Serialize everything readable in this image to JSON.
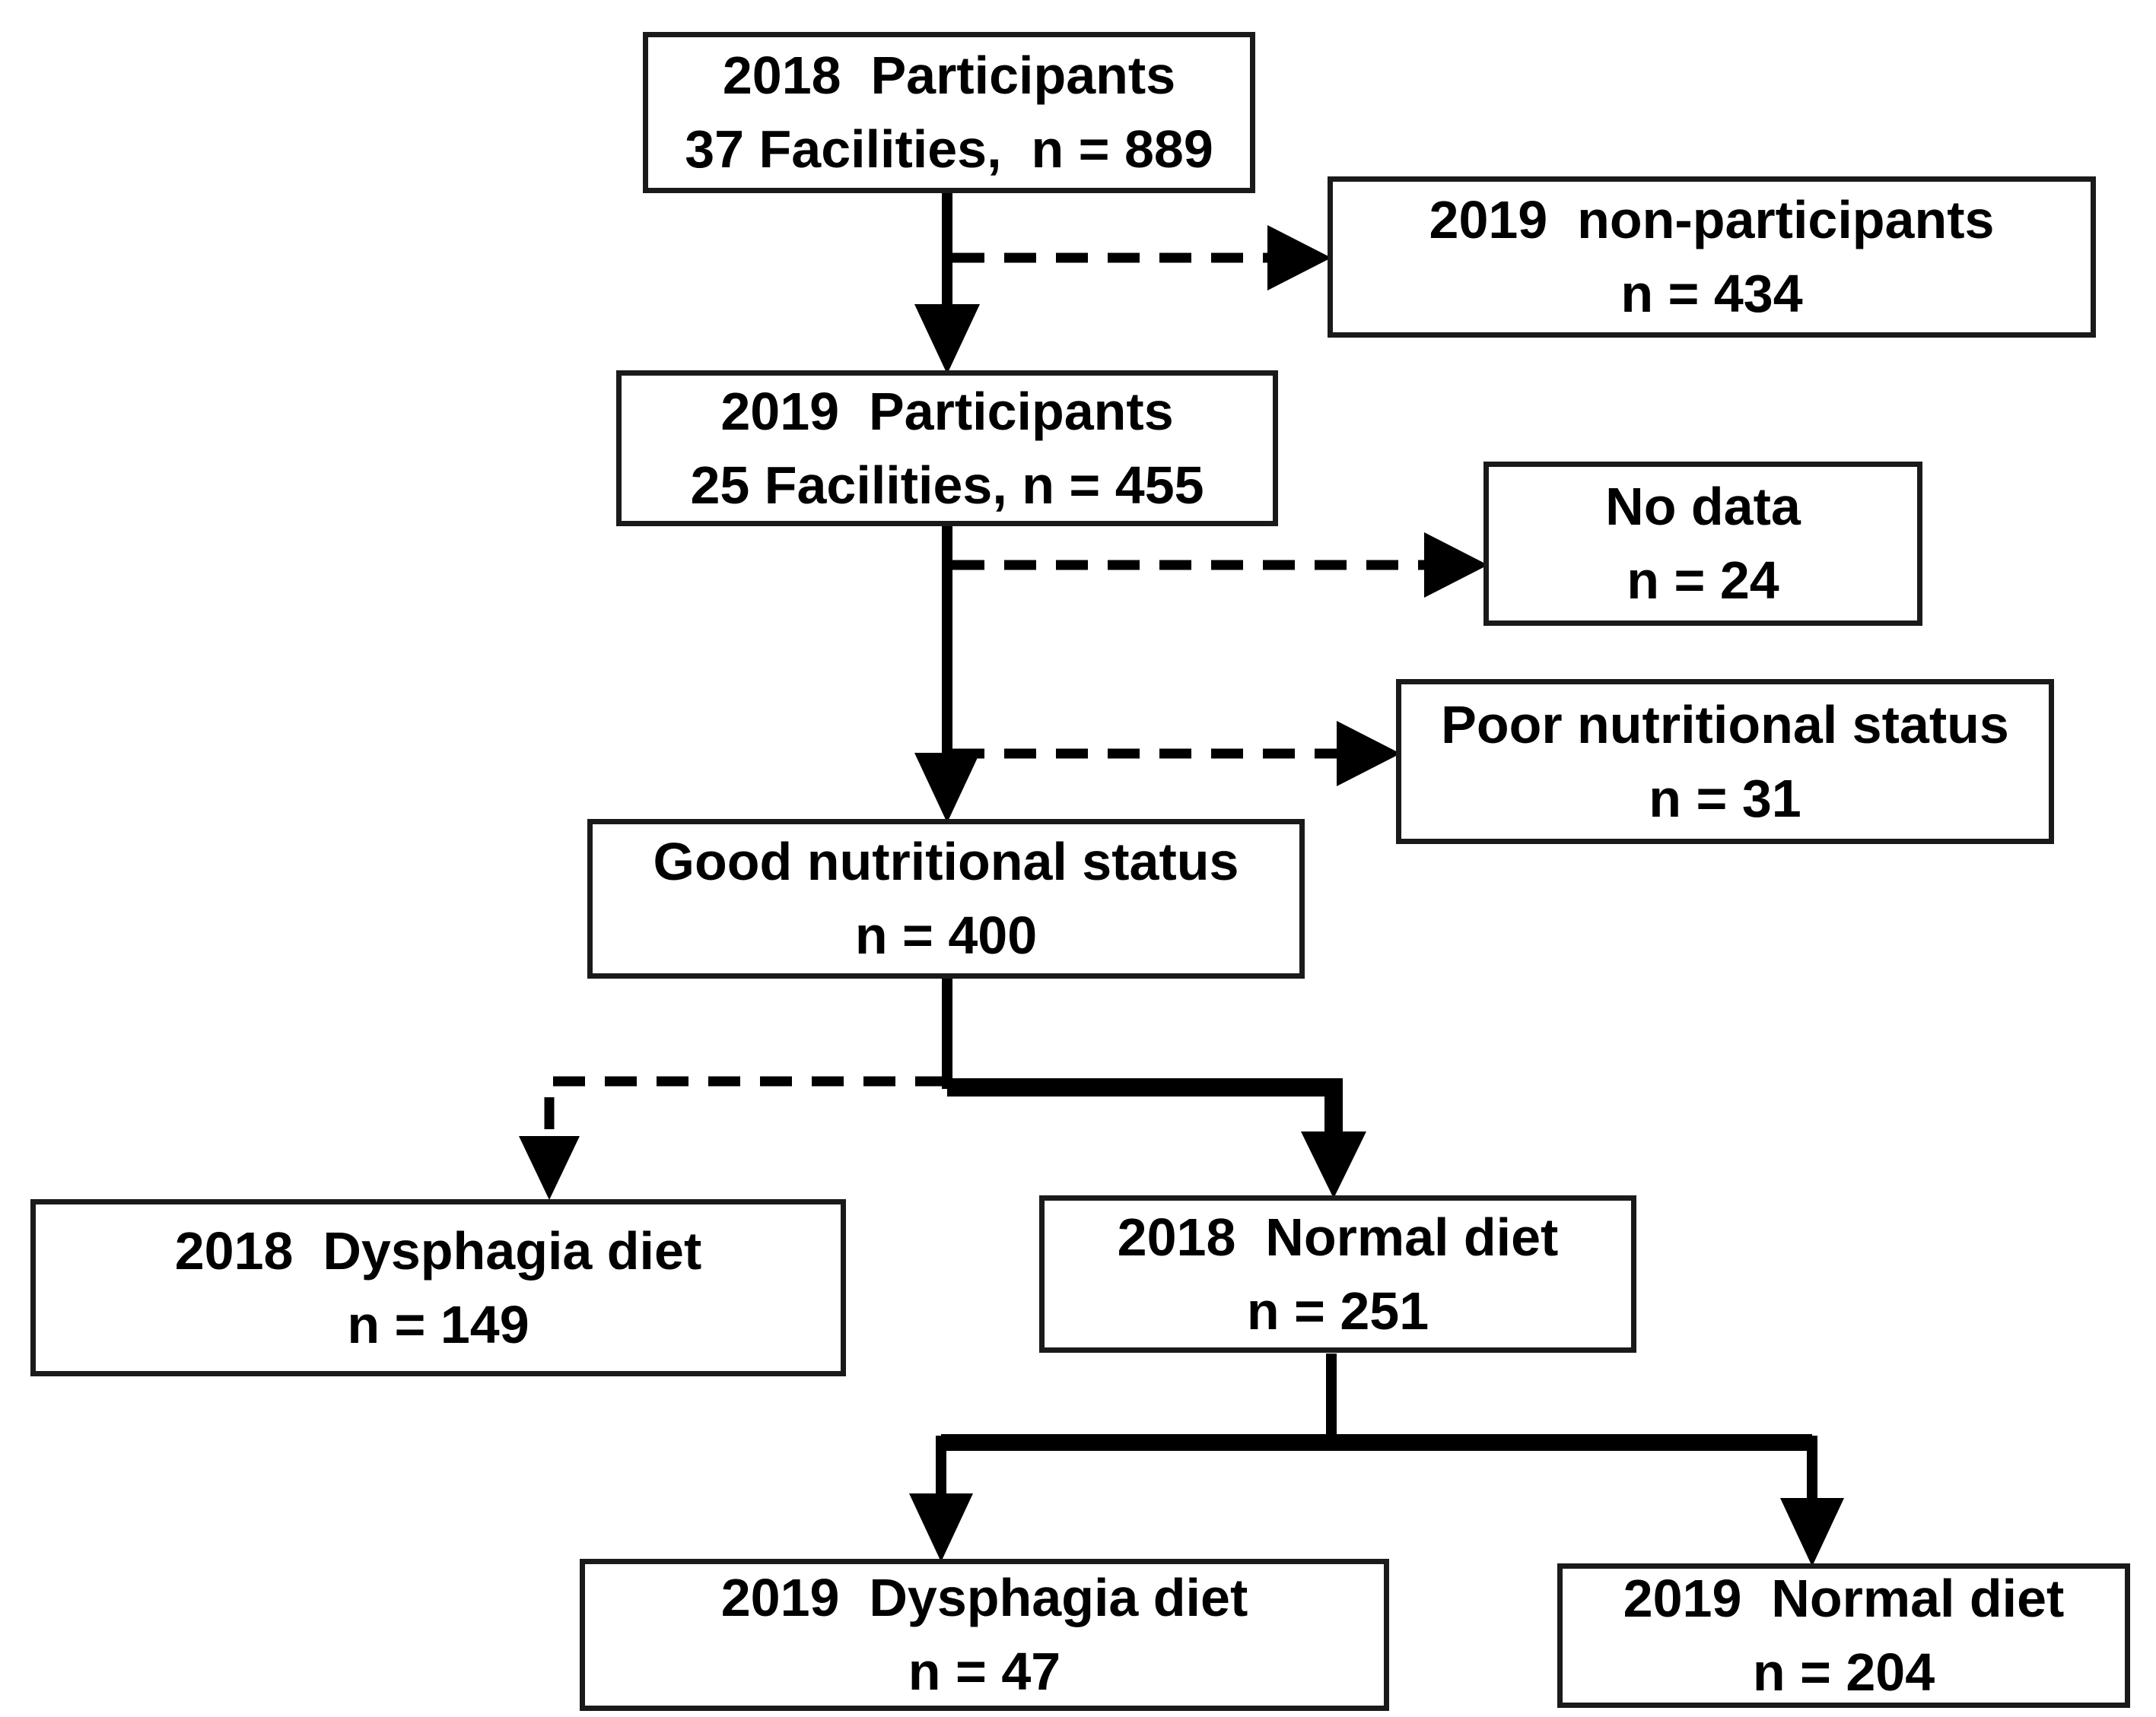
{
  "nodes": {
    "participants_2018": {
      "line1": "2018  Participants",
      "line2": "37 Facilities,  n = 889"
    },
    "nonparticipants_2019": {
      "line1": "2019  non-participants",
      "line2": "n = 434"
    },
    "participants_2019": {
      "line1": "2019  Participants",
      "line2": "25 Facilities, n = 455"
    },
    "no_data": {
      "line1": "No data",
      "line2": "n = 24"
    },
    "poor_nutrition": {
      "line1": "Poor nutritional status",
      "line2": "n = 31"
    },
    "good_nutrition": {
      "line1": "Good nutritional status",
      "line2": "n = 400"
    },
    "dysphagia_2018": {
      "line1": "2018  Dysphagia diet",
      "line2": "n = 149"
    },
    "normal_2018": {
      "line1": "2018  Normal diet",
      "line2": "n = 251"
    },
    "dysphagia_2019": {
      "line1": "2019  Dysphagia diet",
      "line2": "n = 47"
    },
    "normal_2019": {
      "line1": "2019  Normal diet",
      "line2": "n = 204"
    }
  },
  "edges": [
    {
      "from": "participants_2018",
      "to": "participants_2019",
      "style": "solid"
    },
    {
      "from": "participants_2018",
      "to": "nonparticipants_2019",
      "style": "dashed"
    },
    {
      "from": "participants_2019",
      "to": "good_nutrition",
      "style": "solid"
    },
    {
      "from": "participants_2019",
      "to": "no_data",
      "style": "dashed"
    },
    {
      "from": "participants_2019",
      "to": "poor_nutrition",
      "style": "dashed"
    },
    {
      "from": "good_nutrition",
      "to": "dysphagia_2018",
      "style": "dashed"
    },
    {
      "from": "good_nutrition",
      "to": "normal_2018",
      "style": "solid"
    },
    {
      "from": "normal_2018",
      "to": "dysphagia_2019",
      "style": "solid"
    },
    {
      "from": "normal_2018",
      "to": "normal_2019",
      "style": "solid"
    }
  ],
  "colors": {
    "background": "#ffffff",
    "box_border": "#1a1a1a",
    "line": "#000000",
    "text": "#000000"
  }
}
